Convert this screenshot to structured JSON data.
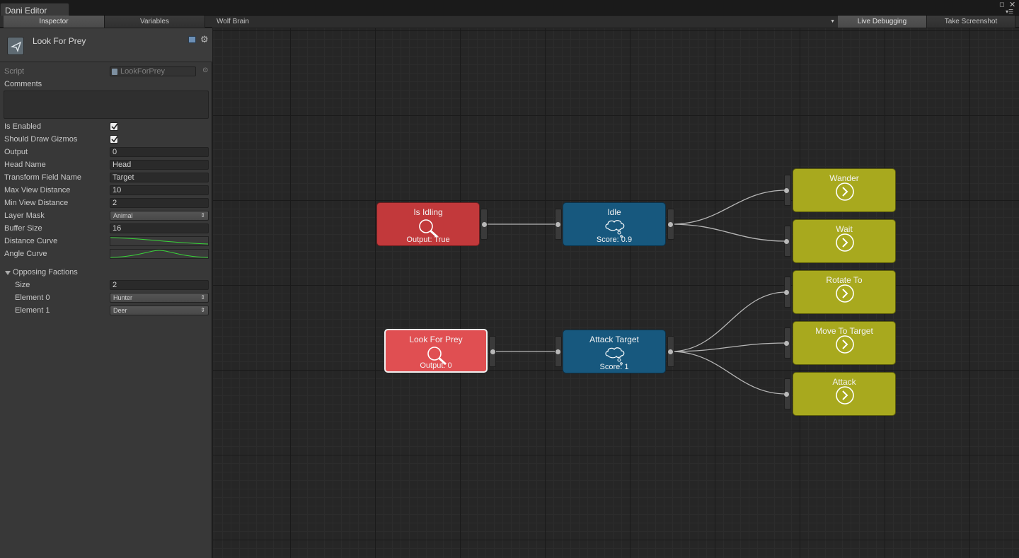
{
  "window": {
    "tab_title": "Dani Editor"
  },
  "toolbar": {
    "inspector_tab": "Inspector",
    "variables_tab": "Variables",
    "brain_selector": "Wolf Brain",
    "live_debugging": "Live Debugging",
    "take_screenshot": "Take Screenshot"
  },
  "inspector": {
    "title": "Look For Prey",
    "script_label": "Script",
    "script_value": "LookForPrey",
    "comments_label": "Comments",
    "fields": [
      {
        "label": "Is Enabled",
        "type": "checkbox",
        "checked": true
      },
      {
        "label": "Should Draw Gizmos",
        "type": "checkbox",
        "checked": true
      },
      {
        "label": "Output",
        "type": "text",
        "value": "0"
      },
      {
        "label": "Head Name",
        "type": "text",
        "value": "Head"
      },
      {
        "label": "Transform Field Name",
        "type": "text",
        "value": "Target"
      },
      {
        "label": "Max View Distance",
        "type": "text",
        "value": "10"
      },
      {
        "label": "Min View Distance",
        "type": "text",
        "value": "2"
      },
      {
        "label": "Layer Mask",
        "type": "dropdown",
        "value": "Animal"
      },
      {
        "label": "Buffer Size",
        "type": "text",
        "value": "16"
      },
      {
        "label": "Distance Curve",
        "type": "curve"
      },
      {
        "label": "Angle Curve",
        "type": "curve"
      }
    ],
    "opposing_factions": {
      "label": "Opposing Factions",
      "size_label": "Size",
      "size_value": "2",
      "elements": [
        {
          "label": "Element 0",
          "value": "Hunter"
        },
        {
          "label": "Element 1",
          "value": "Deer"
        }
      ]
    }
  },
  "graph": {
    "nodes": {
      "is_idling": {
        "title": "Is Idling",
        "sub": "Output: True"
      },
      "look_for_prey": {
        "title": "Look For Prey",
        "sub": "Output: 0"
      },
      "idle": {
        "title": "Idle",
        "sub": "Score: 0.9"
      },
      "attack_target": {
        "title": "Attack Target",
        "sub": "Score: 1"
      },
      "wander": {
        "title": "Wander"
      },
      "wait": {
        "title": "Wait"
      },
      "rotate_to": {
        "title": "Rotate To"
      },
      "move_to_target": {
        "title": "Move To Target"
      },
      "attack": {
        "title": "Attack"
      }
    },
    "colors": {
      "condition": "#c2393b",
      "condition_selected": "#e04f52",
      "decision": "#17587e",
      "action": "#a8a91e"
    }
  }
}
